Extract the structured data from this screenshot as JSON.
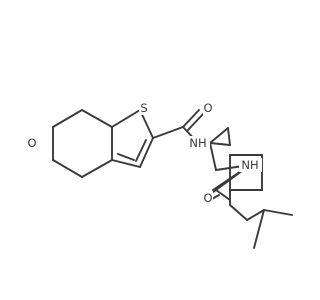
{
  "molecule": {
    "atoms": {
      "sulfur": "S",
      "amide_oxygen_1": "O",
      "amide_nitrogen_1": "NH",
      "ring_oxygen": "O",
      "amine_nitrogen_2": "NH",
      "amide_oxygen_2": "O"
    }
  }
}
